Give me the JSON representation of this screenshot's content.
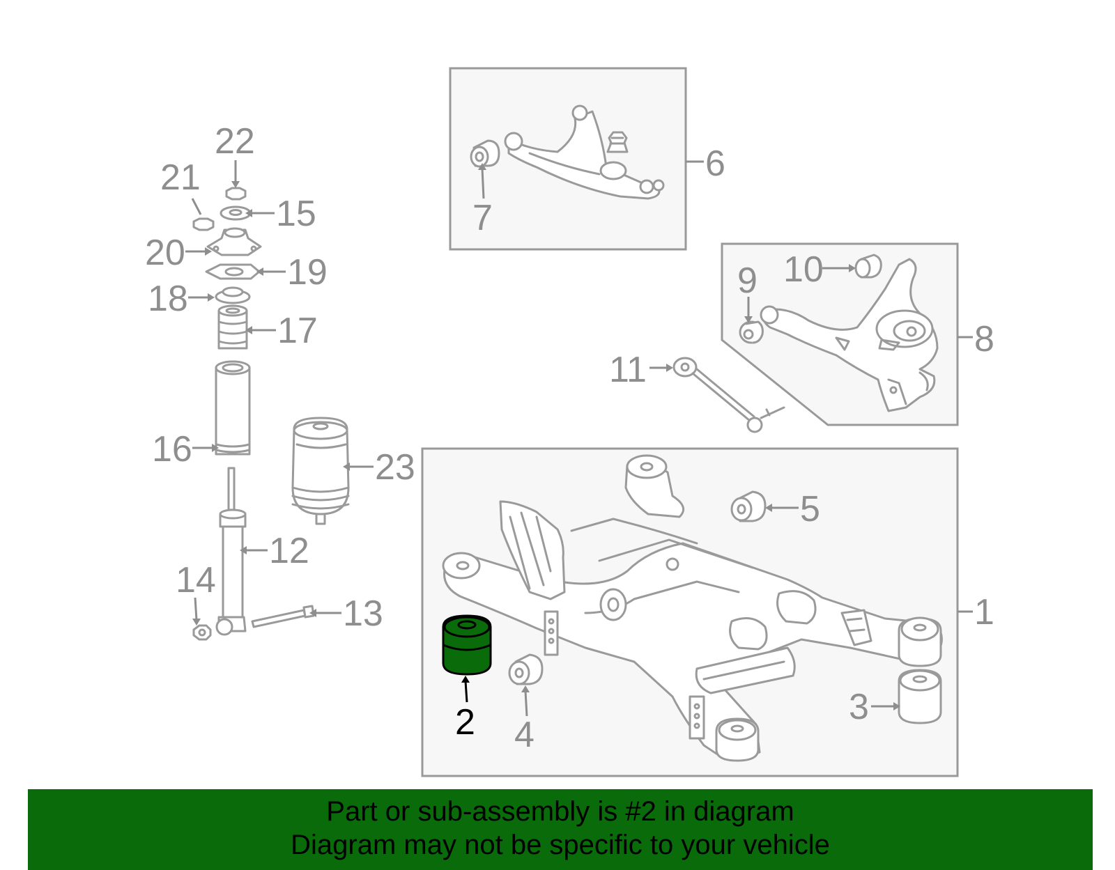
{
  "diagram": {
    "callouts": {
      "c1": "1",
      "c2": "2",
      "c3": "3",
      "c4": "4",
      "c5": "5",
      "c6": "6",
      "c7": "7",
      "c8": "8",
      "c9": "9",
      "c10": "10",
      "c11": "11",
      "c12": "12",
      "c13": "13",
      "c14": "14",
      "c15": "15",
      "c16": "16",
      "c17": "17",
      "c18": "18",
      "c19": "19",
      "c20": "20",
      "c21": "21",
      "c22": "22",
      "c23": "23"
    },
    "highlighted_part": "2",
    "colors": {
      "highlight": "#0a6b0a",
      "line_art": "#9a9a9a",
      "panel": "#f7f7f7"
    }
  },
  "banner": {
    "line1": "Part or sub-assembly is #2 in diagram",
    "line2": "Diagram may not be specific to your vehicle"
  }
}
